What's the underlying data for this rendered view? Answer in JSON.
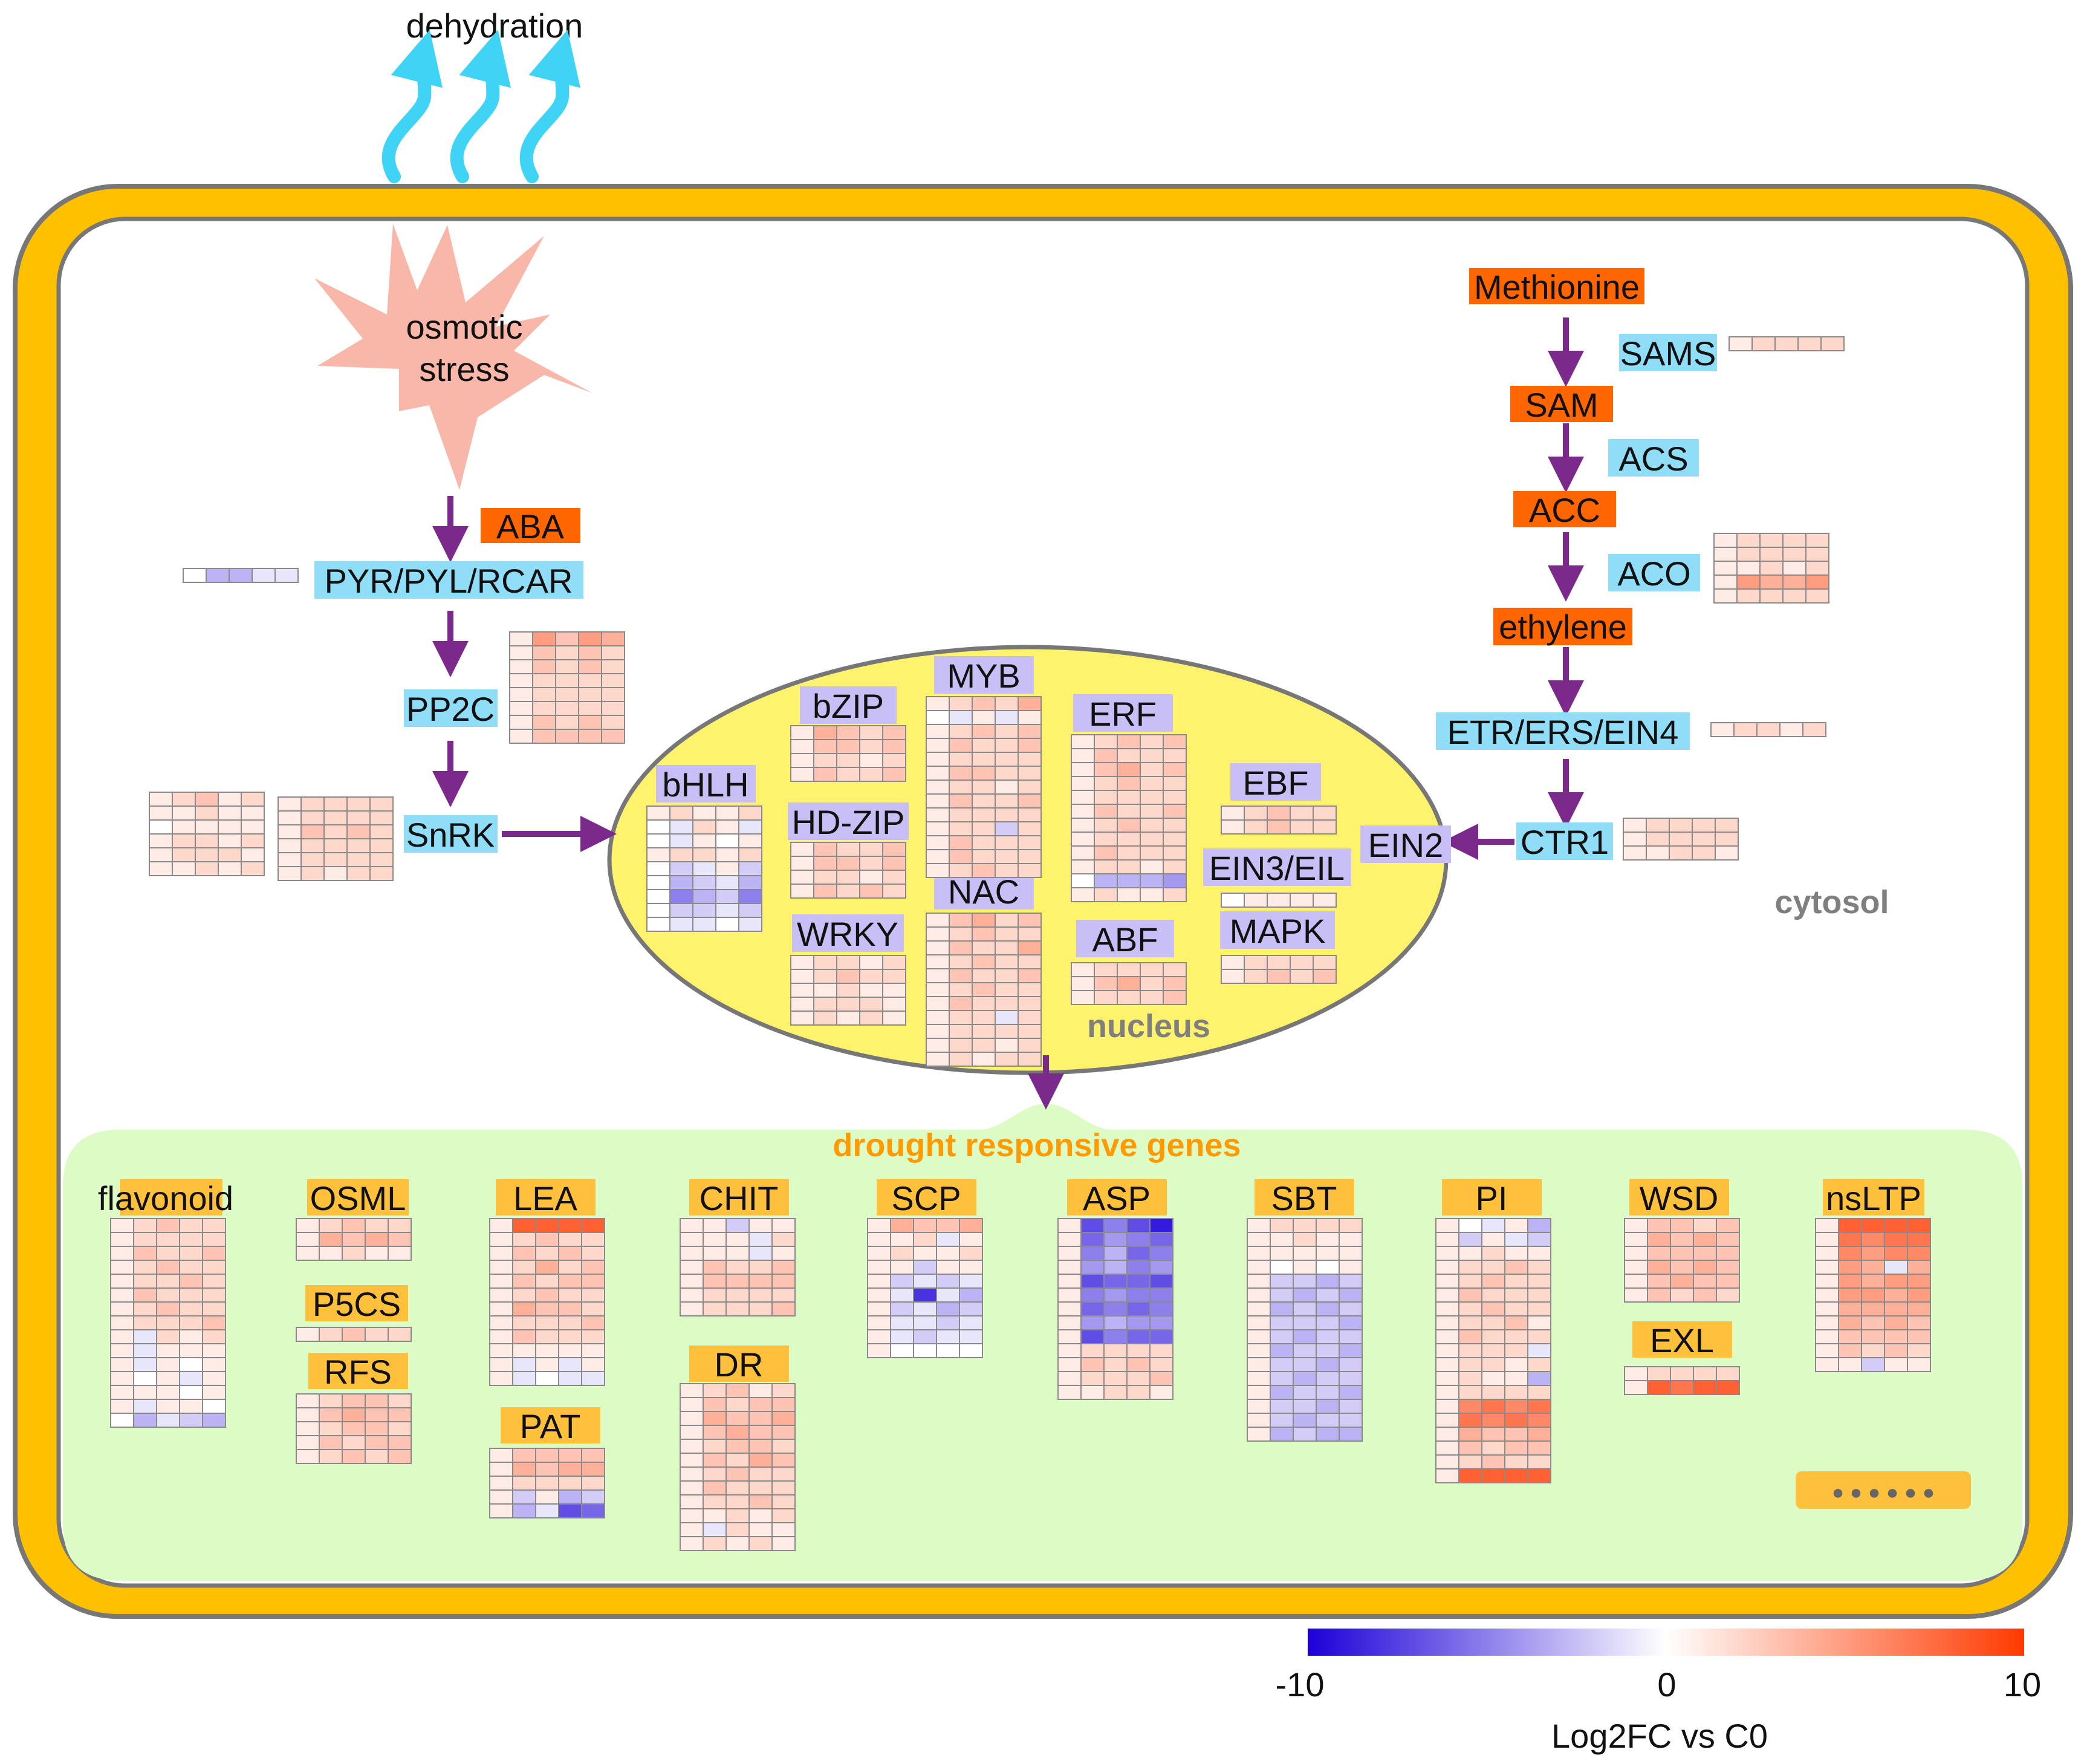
{
  "top_label": "dehydration",
  "stimulus": {
    "line1": "osmotic",
    "line2": "stress"
  },
  "compartments": {
    "cytosol": "cytosol",
    "nucleus": "nucleus",
    "drought": "drought responsive genes"
  },
  "colors": {
    "cell_wall": "#FFC000",
    "nucleus_fill": "#FFF36E",
    "drought_fill": "#DDFBC4",
    "metabolite": "#FF6600",
    "signaling": "#8FDDF7",
    "tf_family": "#C7BFF5",
    "gene_group": "#FFC13B",
    "arrow": "#7B2A8C",
    "dehydration_arrow": "#3FD4F5",
    "scale_low": "#1C00D8",
    "scale_mid": "#FFFFFF",
    "scale_high": "#FF3A00"
  },
  "aba_pathway": {
    "aba": "ABA",
    "receptor": "PYR/PYL/RCAR",
    "pp2c": "PP2C",
    "snrk": "SnRK"
  },
  "ethylene_pathway": {
    "methionine": "Methionine",
    "sams": "SAMS",
    "sam": "SAM",
    "acs": "ACS",
    "acc": "ACC",
    "aco": "ACO",
    "ethylene": "ethylene",
    "receptor": "ETR/ERS/EIN4",
    "ctr1": "CTR1",
    "ein2": "EIN2"
  },
  "tf_families": {
    "bzip": "bZIP",
    "myb": "MYB",
    "erf": "ERF",
    "bhlh": "bHLH",
    "hdzip": "HD-ZIP",
    "ebf": "EBF",
    "ein3": "EIN3/EIL",
    "nac": "NAC",
    "wrky": "WRKY",
    "abf": "ABF",
    "mapk": "MAPK"
  },
  "gene_groups": {
    "flavonoid": "flavonoid",
    "osml": "OSML",
    "p5cs": "P5CS",
    "rfs": "RFS",
    "lea": "LEA",
    "pat": "PAT",
    "chit": "CHIT",
    "dr": "DR",
    "scp": "SCP",
    "asp": "ASP",
    "sbt": "SBT",
    "pi": "PI",
    "wsd": "WSD",
    "exl": "EXL",
    "nsltp": "nsLTP",
    "more": "● ● ● ● ● ●"
  },
  "legend": {
    "min_label": "-10",
    "mid_label": "0",
    "max_label": "10",
    "min": -10,
    "max": 10,
    "title": "Log2FC vs C0"
  },
  "heatmaps": {
    "pyr": [
      [
        0,
        -3,
        -3,
        -1,
        -1
      ]
    ],
    "pp2c": [
      [
        1,
        5,
        3,
        5,
        4
      ],
      [
        1,
        3,
        2,
        3,
        2
      ],
      [
        1,
        3,
        2,
        3,
        2
      ],
      [
        1,
        2,
        2,
        2,
        2
      ],
      [
        1,
        2,
        2,
        2,
        2
      ],
      [
        1,
        2,
        2,
        2,
        2
      ],
      [
        1,
        3,
        2,
        3,
        2
      ],
      [
        1,
        3,
        3,
        3,
        3
      ]
    ],
    "snrk_a": [
      [
        1,
        2,
        3,
        1,
        2
      ],
      [
        1,
        1,
        2,
        1,
        1
      ],
      [
        0,
        1,
        1,
        1,
        1
      ],
      [
        1,
        2,
        2,
        1,
        2
      ],
      [
        1,
        2,
        2,
        2,
        1
      ],
      [
        1,
        1,
        2,
        1,
        2
      ]
    ],
    "snrk_b": [
      [
        1,
        2,
        2,
        2,
        2
      ],
      [
        1,
        2,
        2,
        2,
        2
      ],
      [
        1,
        3,
        2,
        3,
        2
      ],
      [
        1,
        2,
        2,
        2,
        2
      ],
      [
        1,
        2,
        2,
        2,
        2
      ],
      [
        1,
        2,
        1,
        2,
        2
      ]
    ],
    "bhlh": [
      [
        1,
        2,
        1,
        1,
        2
      ],
      [
        0,
        -1,
        2,
        1,
        -1
      ],
      [
        0,
        -1,
        1,
        0,
        1
      ],
      [
        1,
        2,
        2,
        1,
        2
      ],
      [
        0,
        -2,
        -1,
        1,
        -2
      ],
      [
        0,
        -3,
        -2,
        -1,
        -3
      ],
      [
        0,
        -5,
        -3,
        -2,
        -5
      ],
      [
        0,
        -2,
        -2,
        -1,
        -2
      ],
      [
        0,
        -1,
        -1,
        0,
        -1
      ]
    ],
    "bzip": [
      [
        1,
        4,
        3,
        2,
        3
      ],
      [
        1,
        3,
        3,
        2,
        3
      ],
      [
        1,
        2,
        2,
        1,
        2
      ],
      [
        1,
        3,
        2,
        2,
        3
      ]
    ],
    "myb": [
      [
        1,
        2,
        3,
        2,
        4
      ],
      [
        0,
        -1,
        1,
        -1,
        1
      ],
      [
        1,
        2,
        3,
        2,
        3
      ],
      [
        1,
        3,
        2,
        2,
        3
      ],
      [
        1,
        2,
        2,
        2,
        2
      ],
      [
        1,
        3,
        3,
        2,
        2
      ],
      [
        1,
        2,
        2,
        1,
        2
      ],
      [
        1,
        3,
        2,
        2,
        3
      ],
      [
        1,
        2,
        2,
        2,
        2
      ],
      [
        1,
        2,
        2,
        -2,
        2
      ],
      [
        1,
        3,
        2,
        2,
        2
      ],
      [
        1,
        3,
        2,
        2,
        2
      ],
      [
        1,
        2,
        3,
        2,
        2
      ]
    ],
    "erf": [
      [
        1,
        2,
        3,
        2,
        3
      ],
      [
        1,
        3,
        2,
        2,
        2
      ],
      [
        1,
        3,
        4,
        2,
        3
      ],
      [
        1,
        2,
        3,
        2,
        2
      ],
      [
        1,
        2,
        2,
        2,
        2
      ],
      [
        1,
        3,
        2,
        2,
        3
      ],
      [
        1,
        2,
        3,
        2,
        2
      ],
      [
        1,
        2,
        2,
        2,
        2
      ],
      [
        1,
        3,
        2,
        2,
        2
      ],
      [
        1,
        2,
        2,
        1,
        2
      ],
      [
        0,
        -3,
        -3,
        -3,
        -4
      ],
      [
        1,
        2,
        1,
        1,
        2
      ]
    ],
    "hdzip": [
      [
        1,
        3,
        2,
        2,
        3
      ],
      [
        1,
        3,
        3,
        2,
        3
      ],
      [
        1,
        2,
        2,
        1,
        2
      ],
      [
        1,
        3,
        2,
        3,
        2
      ]
    ],
    "ebf": [
      [
        1,
        2,
        3,
        2,
        2
      ],
      [
        1,
        2,
        3,
        2,
        2
      ]
    ],
    "ein3": [
      [
        0,
        1,
        1,
        1,
        1
      ]
    ],
    "wrky": [
      [
        1,
        2,
        2,
        1,
        2
      ],
      [
        1,
        2,
        3,
        2,
        2
      ],
      [
        1,
        1,
        2,
        1,
        1
      ],
      [
        1,
        2,
        2,
        2,
        1
      ],
      [
        1,
        2,
        1,
        2,
        1
      ]
    ],
    "nac": [
      [
        1,
        3,
        4,
        2,
        3
      ],
      [
        1,
        2,
        3,
        2,
        2
      ],
      [
        1,
        3,
        2,
        2,
        4
      ],
      [
        1,
        2,
        3,
        2,
        2
      ],
      [
        1,
        3,
        2,
        2,
        3
      ],
      [
        1,
        2,
        3,
        2,
        2
      ],
      [
        1,
        3,
        2,
        2,
        2
      ],
      [
        1,
        2,
        2,
        -1,
        2
      ],
      [
        1,
        2,
        2,
        2,
        2
      ],
      [
        1,
        2,
        2,
        1,
        2
      ],
      [
        1,
        2,
        1,
        2,
        2
      ]
    ],
    "abf": [
      [
        1,
        2,
        2,
        2,
        2
      ],
      [
        1,
        3,
        4,
        2,
        3
      ],
      [
        1,
        2,
        2,
        2,
        3
      ]
    ],
    "mapk": [
      [
        1,
        2,
        2,
        2,
        2
      ],
      [
        1,
        2,
        3,
        2,
        3
      ]
    ],
    "sams": [
      [
        1,
        2,
        2,
        2,
        2
      ]
    ],
    "aco": [
      [
        1,
        2,
        2,
        2,
        2
      ],
      [
        1,
        2,
        2,
        2,
        2
      ],
      [
        1,
        1,
        2,
        1,
        2
      ],
      [
        1,
        5,
        4,
        4,
        5
      ],
      [
        1,
        2,
        2,
        2,
        2
      ]
    ],
    "etr": [
      [
        1,
        2,
        2,
        1,
        2
      ]
    ],
    "ctr1": [
      [
        1,
        2,
        2,
        2,
        2
      ],
      [
        1,
        2,
        2,
        2,
        2
      ],
      [
        1,
        1,
        2,
        2,
        1
      ]
    ],
    "flavonoid": [
      [
        1,
        2,
        3,
        2,
        2
      ],
      [
        1,
        2,
        2,
        2,
        2
      ],
      [
        1,
        3,
        2,
        2,
        3
      ],
      [
        1,
        2,
        3,
        2,
        2
      ],
      [
        1,
        2,
        2,
        3,
        2
      ],
      [
        1,
        3,
        2,
        2,
        2
      ],
      [
        1,
        2,
        3,
        2,
        2
      ],
      [
        1,
        2,
        2,
        2,
        3
      ],
      [
        1,
        -1,
        2,
        1,
        2
      ],
      [
        1,
        -1,
        1,
        1,
        1
      ],
      [
        1,
        -1,
        1,
        0,
        1
      ],
      [
        1,
        0,
        1,
        -1,
        1
      ],
      [
        1,
        1,
        1,
        0,
        1
      ],
      [
        1,
        -1,
        1,
        1,
        0
      ],
      [
        0,
        -3,
        -1,
        -2,
        -3
      ]
    ],
    "osml": [
      [
        1,
        2,
        3,
        2,
        2
      ],
      [
        1,
        4,
        3,
        4,
        3
      ],
      [
        1,
        1,
        2,
        1,
        1
      ]
    ],
    "p5cs": [
      [
        1,
        2,
        3,
        2,
        2
      ]
    ],
    "rfs": [
      [
        1,
        2,
        3,
        3,
        2
      ],
      [
        1,
        3,
        4,
        3,
        3
      ],
      [
        1,
        2,
        3,
        3,
        2
      ],
      [
        1,
        3,
        2,
        3,
        3
      ],
      [
        1,
        2,
        3,
        2,
        3
      ]
    ],
    "lea": [
      [
        1,
        8,
        8,
        8,
        8
      ],
      [
        1,
        2,
        3,
        2,
        2
      ],
      [
        1,
        3,
        2,
        3,
        2
      ],
      [
        1,
        2,
        4,
        2,
        3
      ],
      [
        1,
        3,
        2,
        3,
        3
      ],
      [
        1,
        2,
        3,
        2,
        2
      ],
      [
        1,
        4,
        3,
        3,
        2
      ],
      [
        1,
        2,
        2,
        2,
        3
      ],
      [
        1,
        3,
        2,
        2,
        2
      ],
      [
        1,
        1,
        1,
        1,
        1
      ],
      [
        1,
        -1,
        1,
        -1,
        1
      ],
      [
        1,
        -1,
        0,
        -1,
        -1
      ]
    ],
    "pat": [
      [
        1,
        3,
        3,
        3,
        3
      ],
      [
        1,
        4,
        3,
        4,
        4
      ],
      [
        1,
        2,
        2,
        2,
        2
      ],
      [
        1,
        -2,
        1,
        -3,
        -2
      ],
      [
        1,
        -3,
        -1,
        -7,
        -6
      ]
    ],
    "chit": [
      [
        1,
        1,
        -2,
        1,
        1
      ],
      [
        1,
        1,
        1,
        -1,
        2
      ],
      [
        1,
        1,
        1,
        -1,
        1
      ],
      [
        1,
        3,
        2,
        2,
        3
      ],
      [
        1,
        3,
        3,
        3,
        3
      ],
      [
        1,
        2,
        2,
        2,
        2
      ],
      [
        1,
        2,
        2,
        2,
        3
      ]
    ],
    "dr": [
      [
        1,
        2,
        3,
        1,
        2
      ],
      [
        1,
        3,
        2,
        3,
        3
      ],
      [
        1,
        4,
        3,
        3,
        4
      ],
      [
        1,
        3,
        4,
        3,
        3
      ],
      [
        1,
        2,
        3,
        3,
        2
      ],
      [
        1,
        3,
        2,
        4,
        3
      ],
      [
        1,
        2,
        3,
        2,
        2
      ],
      [
        1,
        3,
        2,
        2,
        2
      ],
      [
        1,
        2,
        2,
        3,
        2
      ],
      [
        1,
        1,
        2,
        1,
        2
      ],
      [
        1,
        -1,
        2,
        1,
        1
      ],
      [
        1,
        2,
        1,
        2,
        1
      ]
    ],
    "scp": [
      [
        1,
        4,
        3,
        3,
        4
      ],
      [
        1,
        1,
        2,
        -1,
        1
      ],
      [
        1,
        2,
        1,
        1,
        2
      ],
      [
        1,
        1,
        -2,
        1,
        1
      ],
      [
        1,
        -2,
        -1,
        -2,
        -1
      ],
      [
        1,
        -1,
        -8,
        -1,
        -3
      ],
      [
        1,
        -2,
        -1,
        -3,
        -2
      ],
      [
        1,
        -1,
        -1,
        -2,
        -1
      ],
      [
        1,
        -1,
        -2,
        -1,
        -1
      ],
      [
        1,
        0,
        0,
        0,
        0
      ]
    ],
    "asp": [
      [
        1,
        -7,
        -5,
        -7,
        -9
      ],
      [
        1,
        -6,
        -4,
        -5,
        -6
      ],
      [
        1,
        -5,
        -3,
        -6,
        -5
      ],
      [
        1,
        -4,
        -3,
        -5,
        -4
      ],
      [
        1,
        -7,
        -6,
        -6,
        -7
      ],
      [
        1,
        -5,
        -4,
        -5,
        -5
      ],
      [
        1,
        -6,
        -5,
        -6,
        -5
      ],
      [
        1,
        -4,
        -3,
        -4,
        -4
      ],
      [
        1,
        -7,
        -5,
        -6,
        -6
      ],
      [
        1,
        2,
        2,
        2,
        2
      ],
      [
        1,
        3,
        2,
        3,
        2
      ],
      [
        1,
        2,
        2,
        2,
        3
      ],
      [
        1,
        1,
        2,
        2,
        1
      ]
    ],
    "sbt": [
      [
        1,
        2,
        2,
        2,
        2
      ],
      [
        1,
        1,
        2,
        1,
        1
      ],
      [
        1,
        1,
        1,
        1,
        1
      ],
      [
        1,
        0,
        1,
        0,
        1
      ],
      [
        1,
        -2,
        -2,
        -3,
        -2
      ],
      [
        1,
        -2,
        -3,
        -2,
        -3
      ],
      [
        1,
        -3,
        -2,
        -3,
        -2
      ],
      [
        1,
        -2,
        -2,
        -2,
        -3
      ],
      [
        1,
        -2,
        -3,
        -2,
        -2
      ],
      [
        1,
        -3,
        -2,
        -2,
        -3
      ],
      [
        1,
        -2,
        -2,
        -3,
        -2
      ],
      [
        1,
        -2,
        -3,
        -2,
        -2
      ],
      [
        1,
        -3,
        -2,
        -2,
        -3
      ],
      [
        1,
        -2,
        -2,
        -3,
        -2
      ],
      [
        1,
        -2,
        -3,
        -2,
        -2
      ],
      [
        1,
        -3,
        -2,
        -3,
        -3
      ]
    ],
    "pi": [
      [
        1,
        0,
        -1,
        1,
        -3
      ],
      [
        1,
        -2,
        1,
        -1,
        -2
      ],
      [
        1,
        1,
        2,
        1,
        1
      ],
      [
        1,
        2,
        2,
        3,
        2
      ],
      [
        1,
        2,
        3,
        2,
        2
      ],
      [
        1,
        3,
        2,
        2,
        2
      ],
      [
        1,
        2,
        3,
        2,
        2
      ],
      [
        1,
        2,
        2,
        3,
        1
      ],
      [
        1,
        3,
        2,
        2,
        2
      ],
      [
        1,
        2,
        2,
        2,
        -1
      ],
      [
        1,
        2,
        2,
        1,
        2
      ],
      [
        1,
        2,
        1,
        1,
        -3
      ],
      [
        1,
        2,
        2,
        2,
        2
      ],
      [
        1,
        6,
        7,
        6,
        7
      ],
      [
        1,
        7,
        6,
        7,
        6
      ],
      [
        1,
        4,
        3,
        3,
        4
      ],
      [
        1,
        3,
        2,
        3,
        3
      ],
      [
        1,
        2,
        3,
        2,
        2
      ],
      [
        1,
        8,
        8,
        8,
        8
      ]
    ],
    "wsd": [
      [
        1,
        3,
        3,
        2,
        3
      ],
      [
        1,
        4,
        3,
        4,
        3
      ],
      [
        1,
        3,
        3,
        3,
        3
      ],
      [
        1,
        4,
        3,
        4,
        3
      ],
      [
        1,
        3,
        4,
        3,
        3
      ],
      [
        1,
        3,
        2,
        3,
        2
      ]
    ],
    "exl": [
      [
        1,
        2,
        2,
        2,
        2
      ],
      [
        1,
        8,
        7,
        8,
        8
      ]
    ],
    "nsltp": [
      [
        1,
        8,
        8,
        8,
        8
      ],
      [
        1,
        7,
        6,
        7,
        7
      ],
      [
        1,
        6,
        5,
        6,
        6
      ],
      [
        1,
        5,
        4,
        -1,
        4
      ],
      [
        1,
        5,
        4,
        5,
        5
      ],
      [
        1,
        5,
        5,
        4,
        5
      ],
      [
        1,
        4,
        4,
        4,
        4
      ],
      [
        1,
        4,
        3,
        4,
        3
      ],
      [
        1,
        3,
        3,
        3,
        3
      ],
      [
        1,
        3,
        2,
        3,
        2
      ],
      [
        1,
        1,
        -2,
        1,
        1
      ]
    ]
  }
}
